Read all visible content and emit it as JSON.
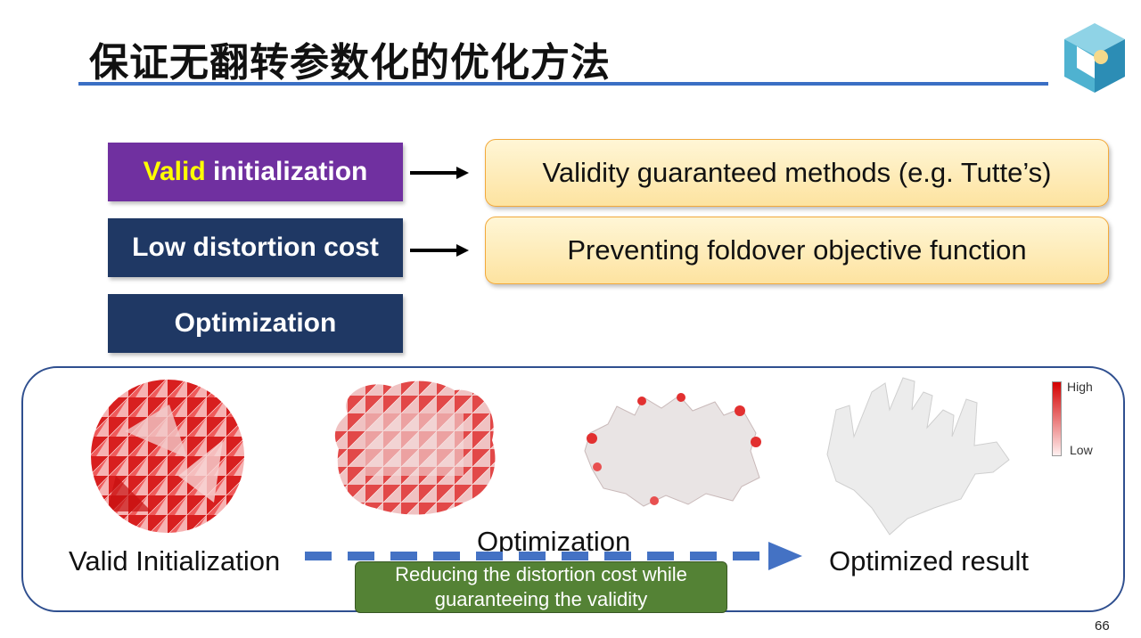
{
  "slide": {
    "title": "保证无翻转参数化的优化方法",
    "page_number": "66"
  },
  "steps": [
    {
      "highlight": "Valid",
      "rest": " initialization"
    },
    {
      "label": "Low distortion cost"
    },
    {
      "label": "Optimization"
    }
  ],
  "methods": [
    "Validity guaranteed methods (e.g. Tutte’s)",
    "Preventing foldover objective function"
  ],
  "panel": {
    "caption_initial": "Valid Initialization",
    "caption_process": "Optimization",
    "caption_result": "Optimized result",
    "note": "Reducing the distortion cost while guaranteeing the validity",
    "legend_high": "High",
    "legend_low": "Low"
  },
  "colors": {
    "accent_blue": "#3a6fc4",
    "purple": "#7030a0",
    "navy": "#1f3864",
    "highlight_yellow": "#ffff00",
    "distortion_red": "#e02020",
    "note_green": "#548235"
  }
}
